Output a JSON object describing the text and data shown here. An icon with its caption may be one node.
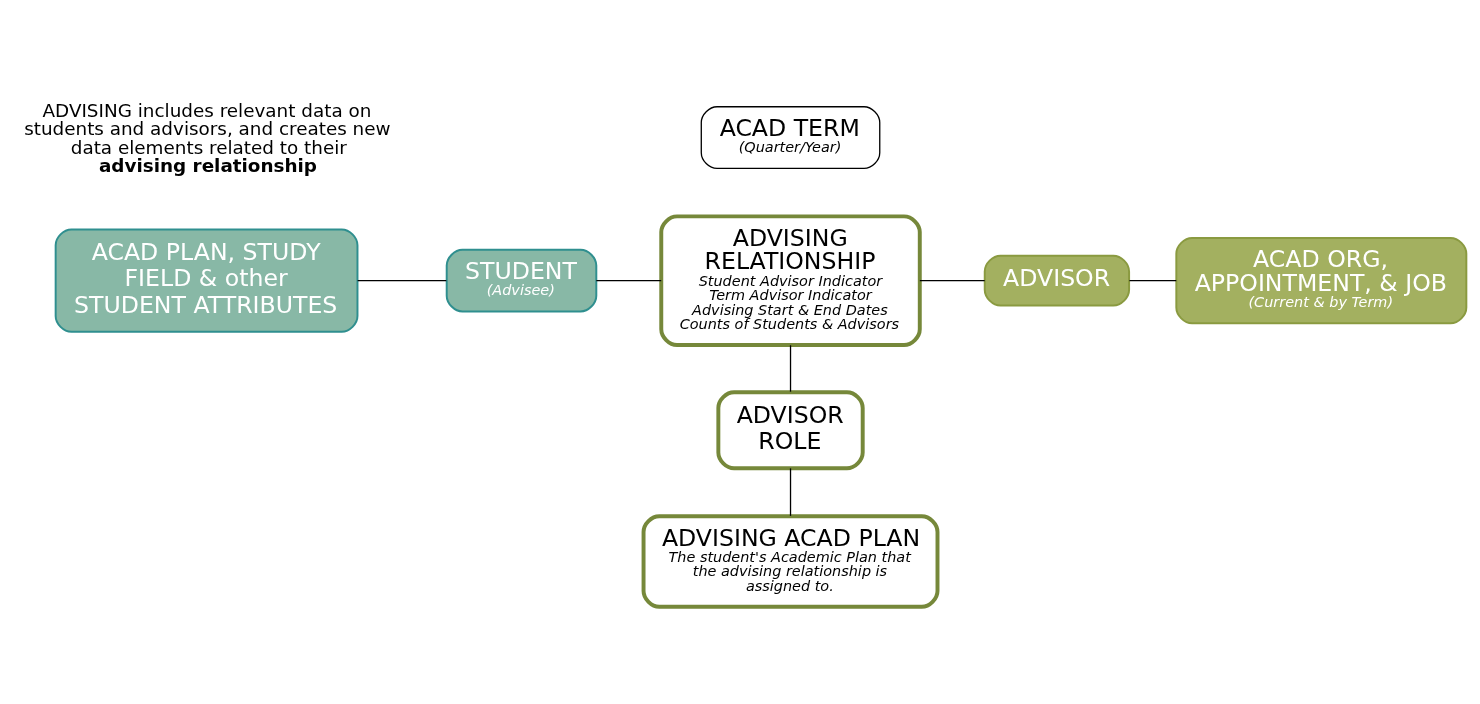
{
  "diagram": {
    "nodes": [
      {
        "text": [
          "ACAD TERM",
          "(Quarter/Year)"
        ]
      },
      {
        "text": [
          "ACAD PLAN, STUDY FIELD & other STUDENT ATTRIBUTES"
        ]
      },
      {
        "text": [
          "STUDENT",
          "(Advisee)"
        ]
      },
      {
        "text": [
          "ADVISING RELATIONSHIP",
          "Student Advisor Indicator",
          "Term Advisor Indicator",
          "Advising Start & End Dates",
          "Counts of Students & Advisors"
        ]
      },
      {
        "text": [
          "ADVISOR"
        ]
      },
      {
        "text": [
          "ACAD ORG, APPOINTMENT, & JOB",
          "(Current & by Term)"
        ]
      },
      {
        "text": [
          "ADVISOR ROLE"
        ]
      },
      {
        "text": [
          "ADVISING ACAD PLAN",
          "The student's Academic Plan that the advising relationship is assigned to."
        ]
      }
    ],
    "edges": [
      {
        "from": 1,
        "to": 2,
        "arrow": "none"
      },
      {
        "from": 2,
        "to": 3,
        "arrow": "none"
      },
      {
        "from": 3,
        "to": 4,
        "arrow": "none"
      },
      {
        "from": 4,
        "to": 5,
        "arrow": "none"
      },
      {
        "from": 3,
        "to": 6,
        "arrow": "none"
      },
      {
        "from": 6,
        "to": 7,
        "arrow": "none"
      }
    ],
    "labels": [
      "ADVISING includes relevant data on students and advisors, and creates new data elements related to their **advising relationship**"
    ]
  }
}
